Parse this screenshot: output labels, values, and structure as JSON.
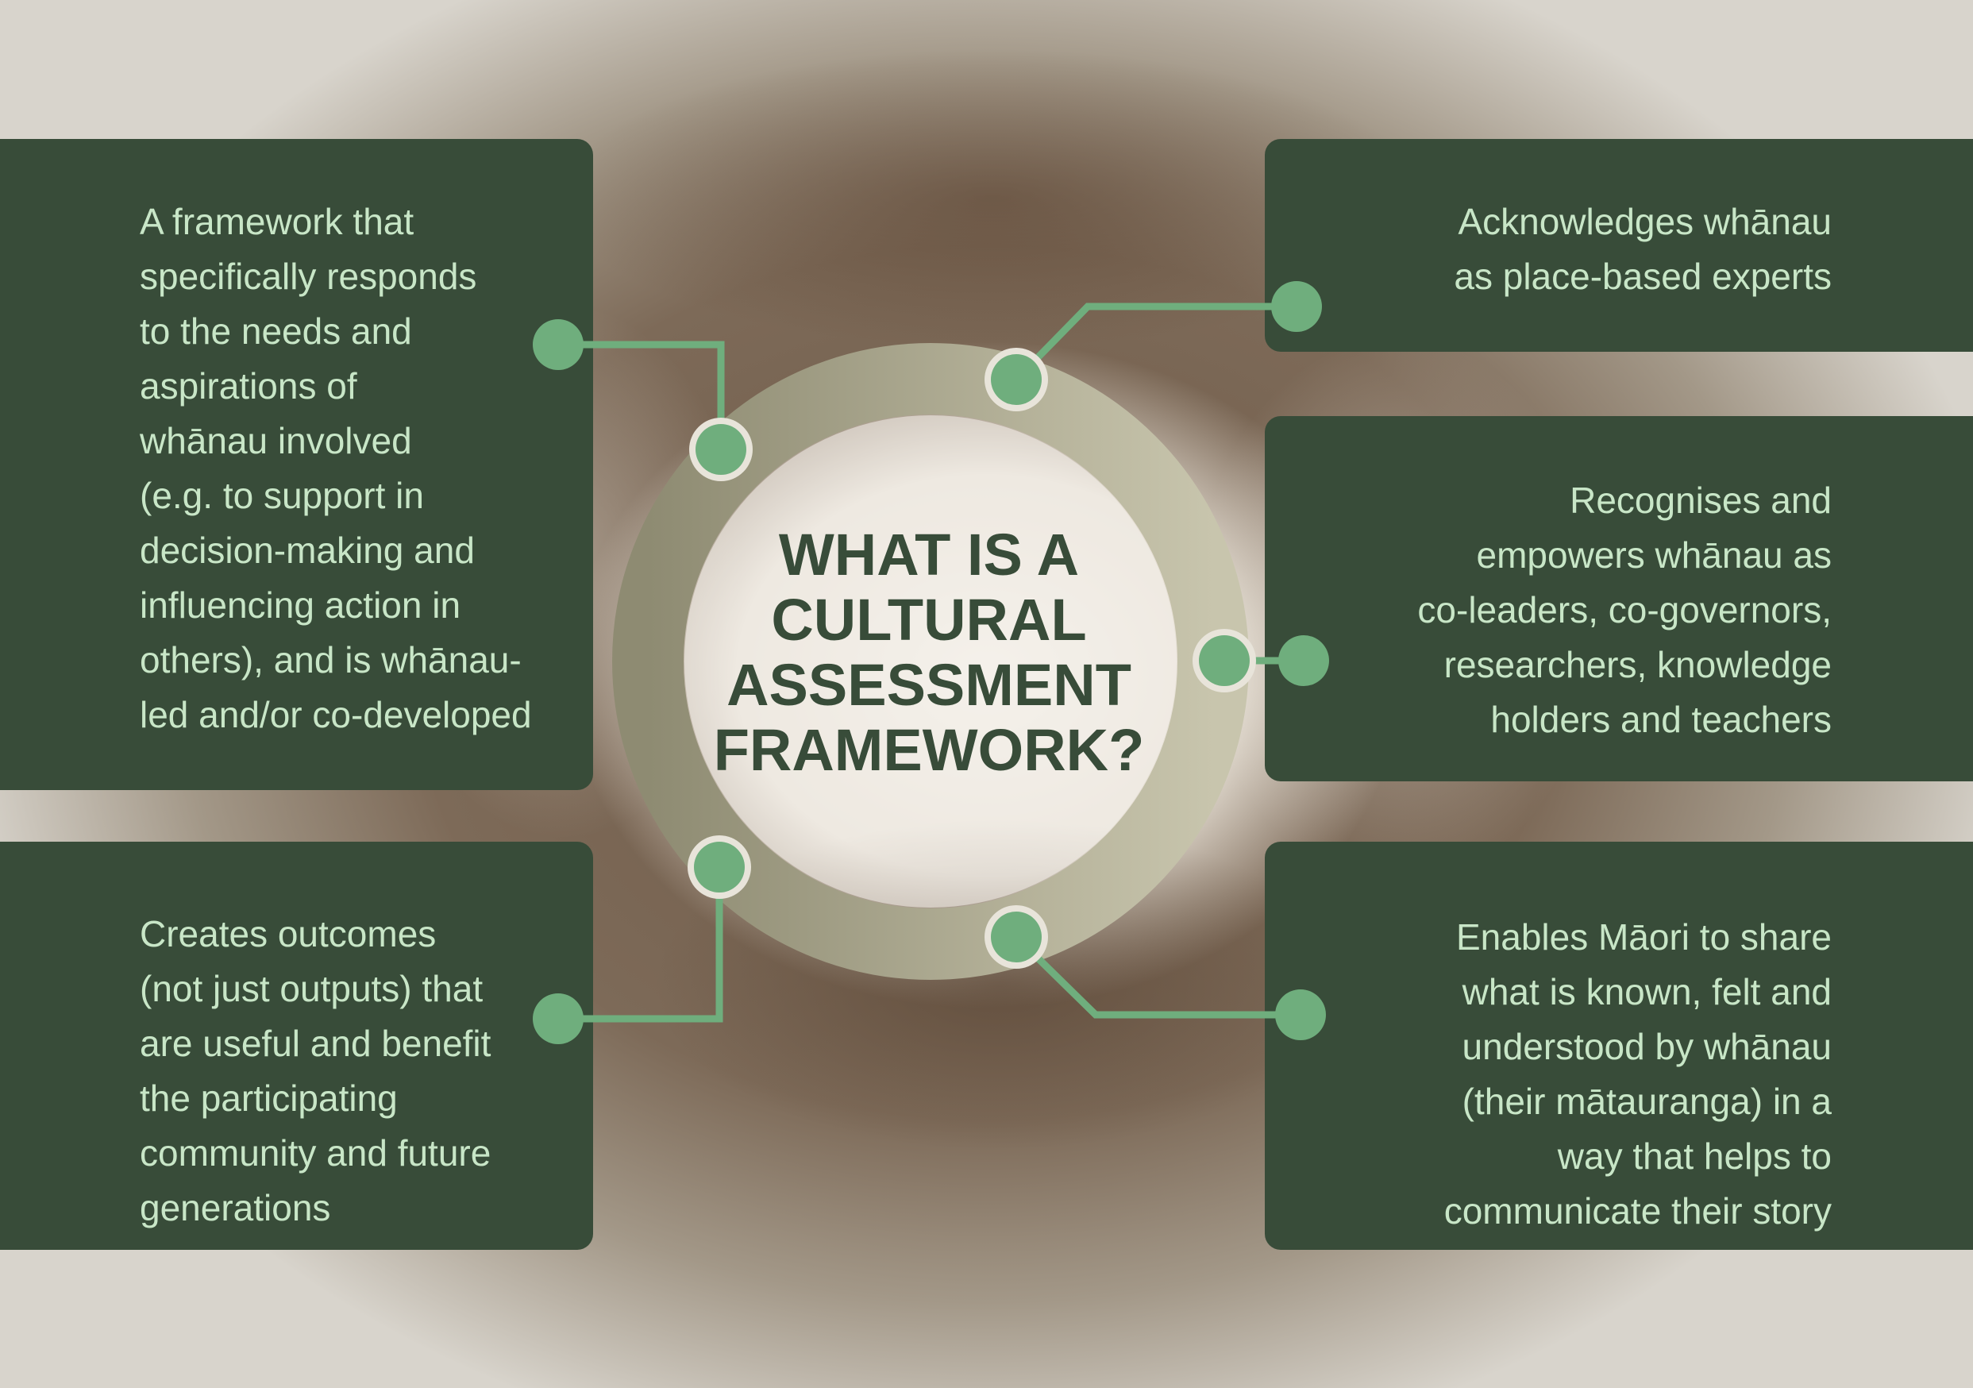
{
  "title": "WHAT IS A\nCULTURAL\nASSESSMENT\nFRAMEWORK?",
  "colors": {
    "box_background": "#384c39",
    "box_text": "#c8e6c7",
    "connector": "#6fae7d",
    "ring_outer": "#8e8b72",
    "ring_inner": "#c8c5ad",
    "title": "#384c39"
  },
  "items": [
    {
      "text": "A framework that\nspecifically responds\nto the needs and\naspirations of\nwhānau involved\n(e.g. to support in\ndecision-making and\ninfluencing action in\nothers), and is whānau-\nled and/or co-developed"
    },
    {
      "text": "Acknowledges whānau\nas place-based experts"
    },
    {
      "text": "Recognises and\nempowers whānau as\nco-leaders, co-governors,\nresearchers, knowledge\nholders and teachers"
    },
    {
      "text": "Creates outcomes\n(not just outputs) that\nare useful and benefit\nthe participating\ncommunity and future\ngenerations"
    },
    {
      "text": "Enables Māori to share\nwhat is known, felt and\nunderstood by whānau\n(their mātauranga) in a\nway that helps to\ncommunicate their story"
    }
  ]
}
